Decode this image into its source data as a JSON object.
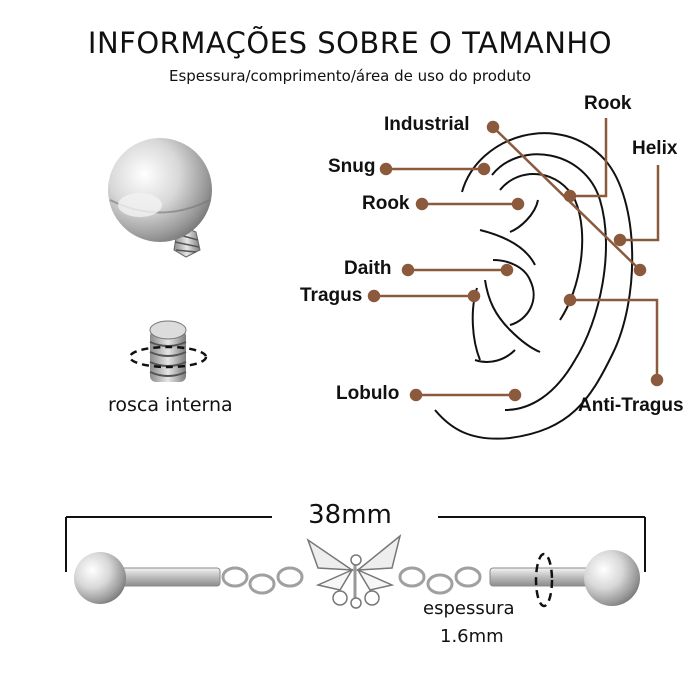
{
  "header": {
    "title": "INFORMAÇÕES SOBRE O TAMANHO",
    "subtitle": "Espessura/comprimento/área de uso do produto"
  },
  "colors": {
    "marker": "#8B5A3C",
    "outline": "#111111",
    "metal": "#c9c9c9"
  },
  "thread": {
    "caption": "rosca interna"
  },
  "ear_labels": {
    "industrial": "Industrial",
    "rook_top": "Rook",
    "helix": "Helix",
    "snug": "Snug",
    "rook": "Rook",
    "daith": "Daith",
    "tragus": "Tragus",
    "lobulo": "Lobulo",
    "anti_tragus": "Anti-Tragus"
  },
  "product": {
    "length": "38mm",
    "thickness_label": "espessura",
    "thickness_value": "1.6mm"
  }
}
